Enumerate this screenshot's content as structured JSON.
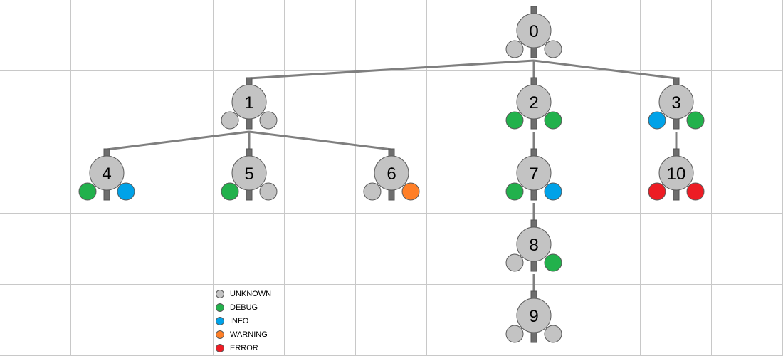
{
  "colors": {
    "line": "#7f7f7f",
    "connector": "#6e6e6e",
    "node_fill": "#c3c3c3",
    "node_stroke": "#5a5a5a",
    "status": {
      "UNKNOWN": "#c3c3c3",
      "DEBUG": "#22b14c",
      "INFO": "#00a2e8",
      "WARNING": "#ff7f27",
      "ERROR": "#ed1c24"
    }
  },
  "nodes": [
    {
      "id": "0",
      "left": "UNKNOWN",
      "right": "UNKNOWN"
    },
    {
      "id": "1",
      "left": "UNKNOWN",
      "right": "UNKNOWN"
    },
    {
      "id": "2",
      "left": "DEBUG",
      "right": "DEBUG"
    },
    {
      "id": "3",
      "left": "INFO",
      "right": "DEBUG"
    },
    {
      "id": "4",
      "left": "DEBUG",
      "right": "INFO"
    },
    {
      "id": "5",
      "left": "DEBUG",
      "right": "UNKNOWN"
    },
    {
      "id": "6",
      "left": "UNKNOWN",
      "right": "WARNING"
    },
    {
      "id": "7",
      "left": "DEBUG",
      "right": "INFO"
    },
    {
      "id": "8",
      "left": "UNKNOWN",
      "right": "DEBUG"
    },
    {
      "id": "9",
      "left": "UNKNOWN",
      "right": "UNKNOWN"
    },
    {
      "id": "10",
      "left": "ERROR",
      "right": "ERROR"
    }
  ],
  "edges": [
    [
      "0",
      "1"
    ],
    [
      "0",
      "2"
    ],
    [
      "0",
      "3"
    ],
    [
      "1",
      "4"
    ],
    [
      "1",
      "5"
    ],
    [
      "1",
      "6"
    ],
    [
      "2",
      "7"
    ],
    [
      "7",
      "8"
    ],
    [
      "8",
      "9"
    ],
    [
      "3",
      "10"
    ]
  ],
  "legend": [
    {
      "label": "UNKNOWN",
      "status": "UNKNOWN"
    },
    {
      "label": "DEBUG",
      "status": "DEBUG"
    },
    {
      "label": "INFO",
      "status": "INFO"
    },
    {
      "label": "WARNING",
      "status": "WARNING"
    },
    {
      "label": "ERROR",
      "status": "ERROR"
    }
  ]
}
